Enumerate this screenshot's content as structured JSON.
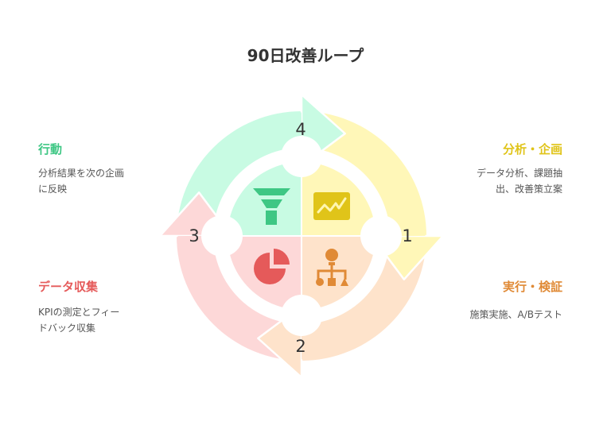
{
  "title": "90日改善ループ",
  "colors": {
    "yellow": "#fff7b8",
    "orange": "#fee3cb",
    "red": "#fdd8d8",
    "green": "#c8fbe3",
    "yellow_accent": "#e0c419",
    "orange_accent": "#e08a36",
    "red_accent": "#e55a5a",
    "green_accent": "#3ec784"
  },
  "steps": [
    {
      "number": "1",
      "label": "分析・企画",
      "desc_lines": [
        "データ分析、課題抽",
        "出、改善策立案"
      ],
      "icon": "line-chart-icon"
    },
    {
      "number": "2",
      "label": "実行・検証",
      "desc_lines": [
        "施策実施、A/Bテスト"
      ],
      "icon": "org-chart-icon"
    },
    {
      "number": "3",
      "label": "データ収集",
      "desc_lines": [
        "KPIの測定とフィー",
        "ドバック収集"
      ],
      "icon": "pie-chart-icon"
    },
    {
      "number": "4",
      "label": "行動",
      "desc_lines": [
        "分析結果を次の企画",
        "に反映"
      ],
      "icon": "funnel-icon"
    }
  ]
}
